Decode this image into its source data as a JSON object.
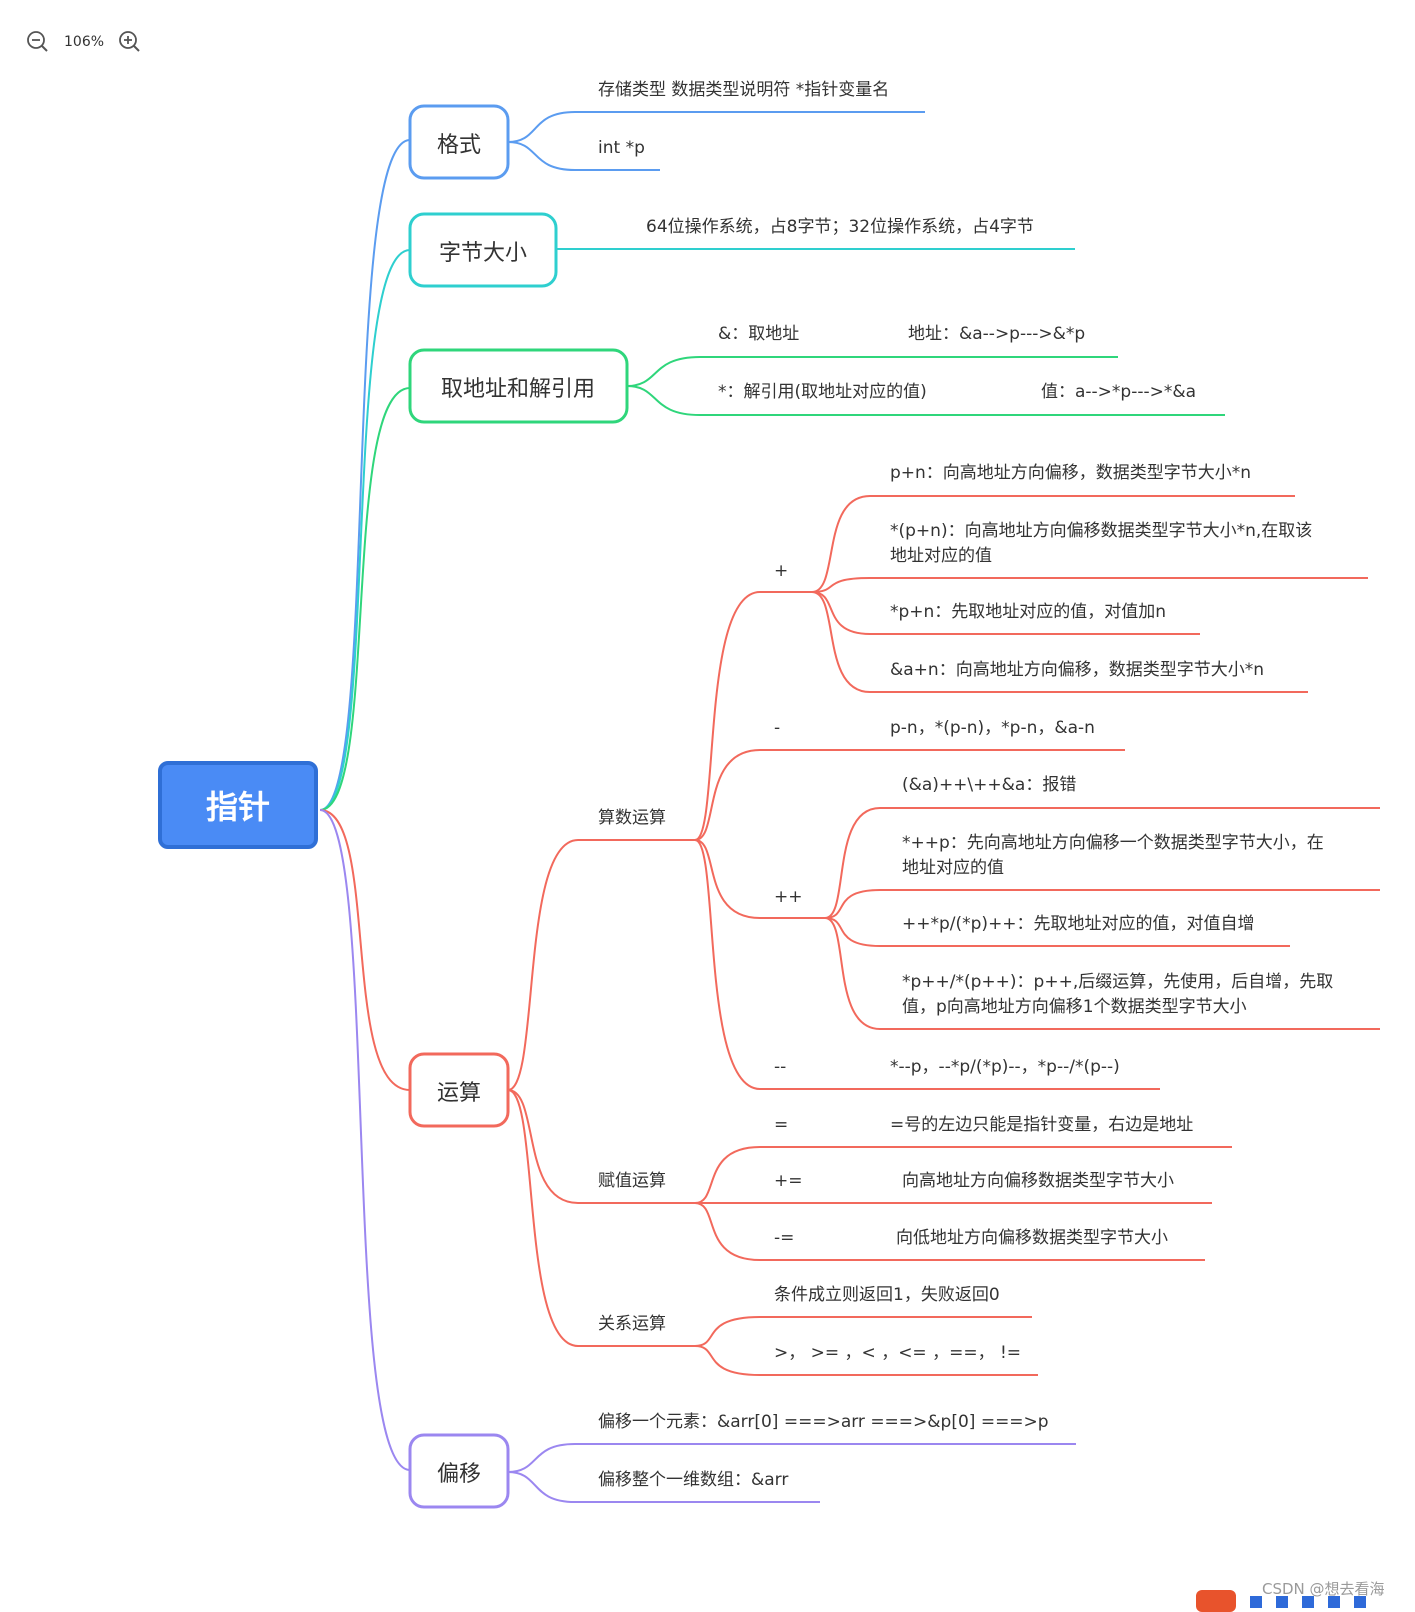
{
  "toolbar": {
    "zoom_level": "106%",
    "zoom_out_icon": "zoom-out-icon",
    "zoom_in_icon": "zoom-in-icon"
  },
  "mindmap": {
    "root": "指针",
    "colors": {
      "root_fill": "#4a8bf5",
      "root_border": "#2f6fd6",
      "format": "#5b9cf0",
      "size": "#2ecfcf",
      "address": "#2fd67b",
      "ops": "#f2695c",
      "offset": "#9b87f0"
    },
    "branches": {
      "format": {
        "label": "格式",
        "items": [
          "存储类型 数据类型说明符 *指针变量名",
          "int *p"
        ]
      },
      "size": {
        "label": "字节大小",
        "items": [
          "64位操作系统，占8字节；32位操作系统，占4字节"
        ]
      },
      "address": {
        "label": "取地址和解引用",
        "items": [
          {
            "left": "&：取地址",
            "right": "地址：&a-->p--->&*p"
          },
          {
            "left": "*：解引用(取地址对应的值)",
            "right": "值：a-->*p--->*&a"
          }
        ]
      },
      "ops": {
        "label": "运算",
        "arith": {
          "label": "算数运算",
          "plus": {
            "label": "+",
            "items": [
              "p+n：向高地址方向偏移，数据类型字节大小*n",
              "*(p+n)：向高地址方向偏移数据类型字节大小*n,在取该",
              "地址对应的值",
              "*p+n：先取地址对应的值，对值加n",
              "&a+n：向高地址方向偏移，数据类型字节大小*n"
            ]
          },
          "minus": {
            "label": "-",
            "item": "p-n，*(p-n)，*p-n，&a-n"
          },
          "incr": {
            "label": "++",
            "items": [
              "(&a)++\\++&a：报错",
              "*++p：先向高地址方向偏移一个数据类型字节大小，在",
              "地址对应的值",
              "++*p/(*p)++：先取地址对应的值，对值自增",
              "*p++/*(p++)：p++,后缀运算，先使用，后自增，先取",
              "值，p向高地址方向偏移1个数据类型字节大小"
            ]
          },
          "decr": {
            "label": "--",
            "item": "*--p，--*p/(*p)--，*p--/*(p--)"
          }
        },
        "assign": {
          "label": "赋值运算",
          "rows": [
            {
              "op": "=",
              "desc": "=号的左边只能是指针变量，右边是地址"
            },
            {
              "op": "+=",
              "desc": "向高地址方向偏移数据类型字节大小"
            },
            {
              "op": "-=",
              "desc": "向低地址方向偏移数据类型字节大小"
            }
          ]
        },
        "relation": {
          "label": "关系运算",
          "items": [
            "条件成立则返回1，失败返回0",
            ">，  >= ，< ，<= ，==，  !="
          ]
        }
      },
      "offset": {
        "label": "偏移",
        "items": [
          "偏移一个元素：&arr[0] ===>arr ===>&p[0] ===>p",
          "偏移整个一维数组：&arr"
        ]
      }
    }
  },
  "watermark": "CSDN @想去看海"
}
